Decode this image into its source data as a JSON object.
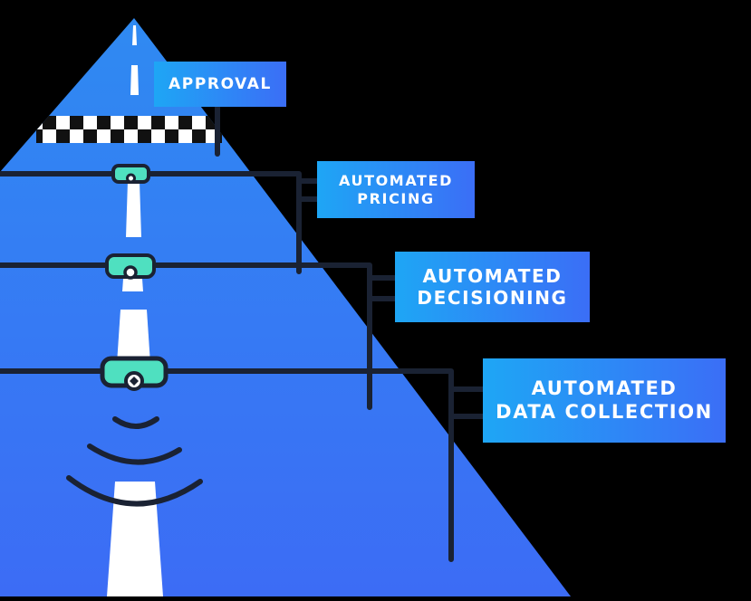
{
  "signs": {
    "approval": {
      "lines": [
        "APPROVAL"
      ]
    },
    "pricing": {
      "lines": [
        "AUTOMATED",
        "PRICING"
      ]
    },
    "decisioning": {
      "lines": [
        "AUTOMATED",
        "DECISIONING"
      ]
    },
    "collection": {
      "lines": [
        "AUTOMATED",
        "DATA COLLECTION"
      ]
    }
  },
  "colors": {
    "background": "#000000",
    "road_top": "#2f8af2",
    "road_bottom": "#3c6cf5",
    "lane_marking": "#ffffff",
    "wire": "#1a2233",
    "sensor": "#4fe0c0",
    "sign_left": "#1ea6f5",
    "sign_right": "#3b6ef6"
  },
  "icons": [
    "checkered-finish-line",
    "sensor-icon",
    "signal-waves-icon"
  ]
}
